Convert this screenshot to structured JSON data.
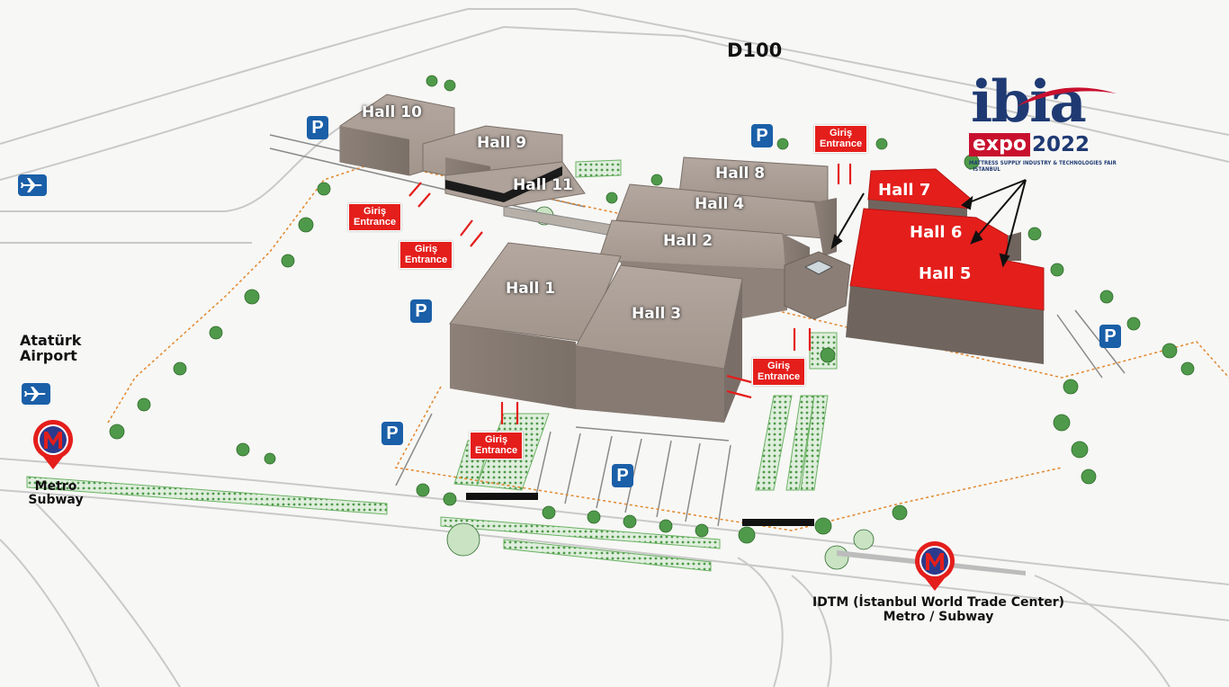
{
  "road_label": "D100",
  "halls": [
    {
      "id": "hall-10",
      "label": "Hall 10"
    },
    {
      "id": "hall-9",
      "label": "Hall 9"
    },
    {
      "id": "hall-11",
      "label": "Hall 11"
    },
    {
      "id": "hall-8",
      "label": "Hall 8"
    },
    {
      "id": "hall-4",
      "label": "Hall 4"
    },
    {
      "id": "hall-2",
      "label": "Hall 2"
    },
    {
      "id": "hall-1",
      "label": "Hall 1"
    },
    {
      "id": "hall-3",
      "label": "Hall 3"
    },
    {
      "id": "hall-7",
      "label": "Hall 7"
    },
    {
      "id": "hall-6",
      "label": "Hall 6"
    },
    {
      "id": "hall-5",
      "label": "Hall 5"
    }
  ],
  "entrance": {
    "line1": "Giriş",
    "line2": "Entrance"
  },
  "parking_symbol": "P",
  "airport": {
    "line1": "Atatürk",
    "line2": "Airport"
  },
  "metro_left": {
    "line1": "Metro",
    "line2": "Subway"
  },
  "metro_right": {
    "line1": "IDTM (İstanbul World Trade Center)",
    "line2": "Metro / Subway"
  },
  "logo": {
    "word": "ibia",
    "expo": "expo",
    "year": "2022",
    "tagline": "MATTRESS SUPPLY INDUSTRY & TECHNOLOGIES FAIR - ISTANBUL"
  },
  "colors": {
    "highlight_halls": "#e41e1b",
    "building": "#9a8d84",
    "parking": "#1a5fa8",
    "logo_blue": "#1f3a73",
    "logo_red": "#c8102e"
  }
}
